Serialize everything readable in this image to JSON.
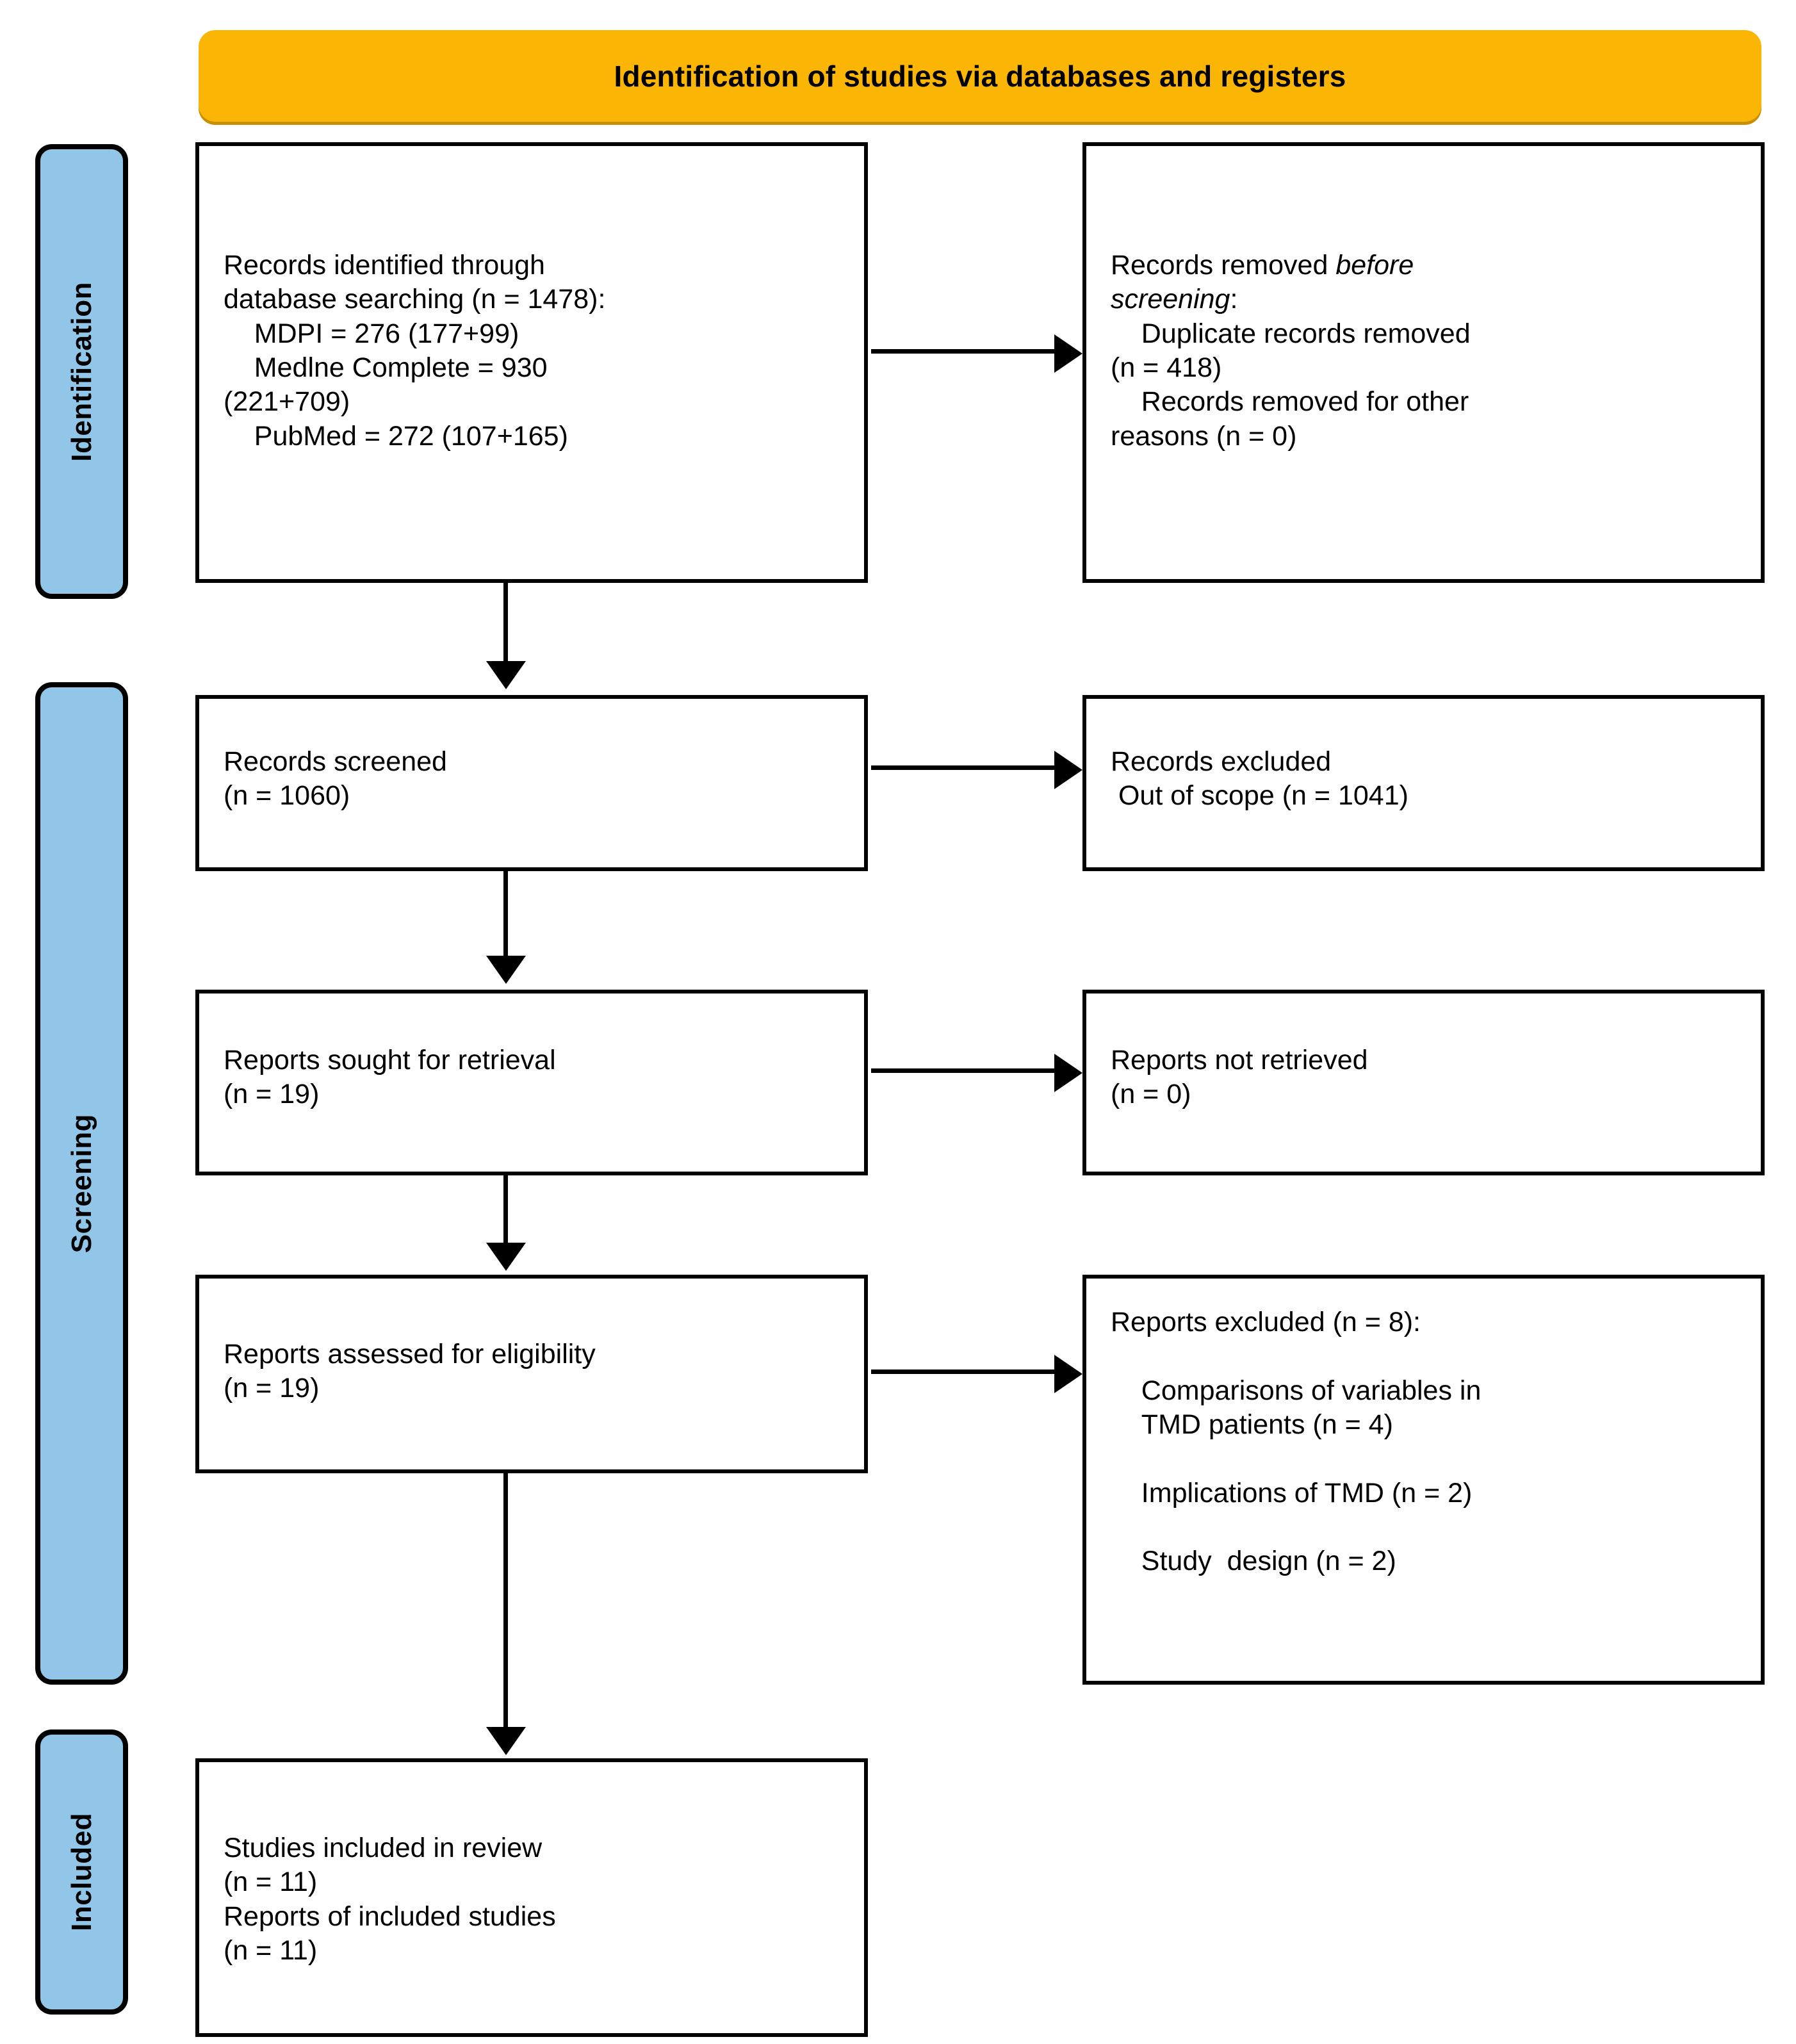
{
  "header": {
    "title": "Identification of studies via databases and registers",
    "background_color": "#FBB504",
    "text_color": "#000000"
  },
  "stages": {
    "identification_label": "Identification",
    "screening_label": "Screening",
    "included_label": "Included",
    "background_color": "#92C6E8"
  },
  "boxes": {
    "records_identified": "Records identified through\ndatabase searching (n = 1478):\n    MDPI = 276 (177+99)\n    Medlne Complete = 930\n(221+709)\n    PubMed = 272 (107+165)",
    "records_removed_line1": "Records removed ",
    "records_removed_italic": "before\nscreening",
    "records_removed_line2": ":\n    Duplicate records removed\n(n = 418)\n    Records removed for other\nreasons (n = 0)",
    "records_screened": "Records screened\n(n = 1060)",
    "records_excluded": "Records excluded\n Out of scope (n = 1041)",
    "reports_sought": "Reports sought for retrieval\n(n = 19)",
    "reports_not_retrieved": "Reports not retrieved\n(n = 0)",
    "reports_assessed": "Reports assessed for eligibility\n(n = 19)",
    "reports_excluded": "Reports excluded (n = 8):\n\n    Comparisons of variables in\n    TMD patients (n = 4)\n\n    Implications of TMD (n = 2)\n\n    Study  design (n = 2)",
    "studies_included": "Studies included in review\n(n = 11)\nReports of included studies\n(n = 11)"
  },
  "chart_data": {
    "type": "table",
    "title": "PRISMA 2020 flow diagram for new systematic reviews which included searches of databases and registers only",
    "stages": [
      {
        "stage": "Identification",
        "nodes": [
          {
            "name": "Records identified through database searching",
            "n": 1478,
            "sources": [
              {
                "database": "MDPI",
                "n": 276,
                "breakdown": [
                  177,
                  99
                ]
              },
              {
                "database": "Medlne Complete",
                "n": 930,
                "breakdown": [
                  221,
                  709
                ]
              },
              {
                "database": "PubMed",
                "n": 272,
                "breakdown": [
                  107,
                  165
                ]
              }
            ]
          },
          {
            "name": "Records removed before screening",
            "items": [
              {
                "label": "Duplicate records removed",
                "n": 418
              },
              {
                "label": "Records removed for other reasons",
                "n": 0
              }
            ]
          }
        ]
      },
      {
        "stage": "Screening",
        "nodes": [
          {
            "name": "Records screened",
            "n": 1060
          },
          {
            "name": "Records excluded",
            "items": [
              {
                "label": "Out of scope",
                "n": 1041
              }
            ]
          },
          {
            "name": "Reports sought for retrieval",
            "n": 19
          },
          {
            "name": "Reports not retrieved",
            "n": 0
          },
          {
            "name": "Reports assessed for eligibility",
            "n": 19
          },
          {
            "name": "Reports excluded",
            "n": 8,
            "items": [
              {
                "label": "Comparisons of variables in TMD patients",
                "n": 4
              },
              {
                "label": "Implications of TMD",
                "n": 2
              },
              {
                "label": "Study  design",
                "n": 2
              }
            ]
          }
        ]
      },
      {
        "stage": "Included",
        "nodes": [
          {
            "name": "Studies included in review",
            "n": 11
          },
          {
            "name": "Reports of included studies",
            "n": 11
          }
        ]
      }
    ]
  }
}
